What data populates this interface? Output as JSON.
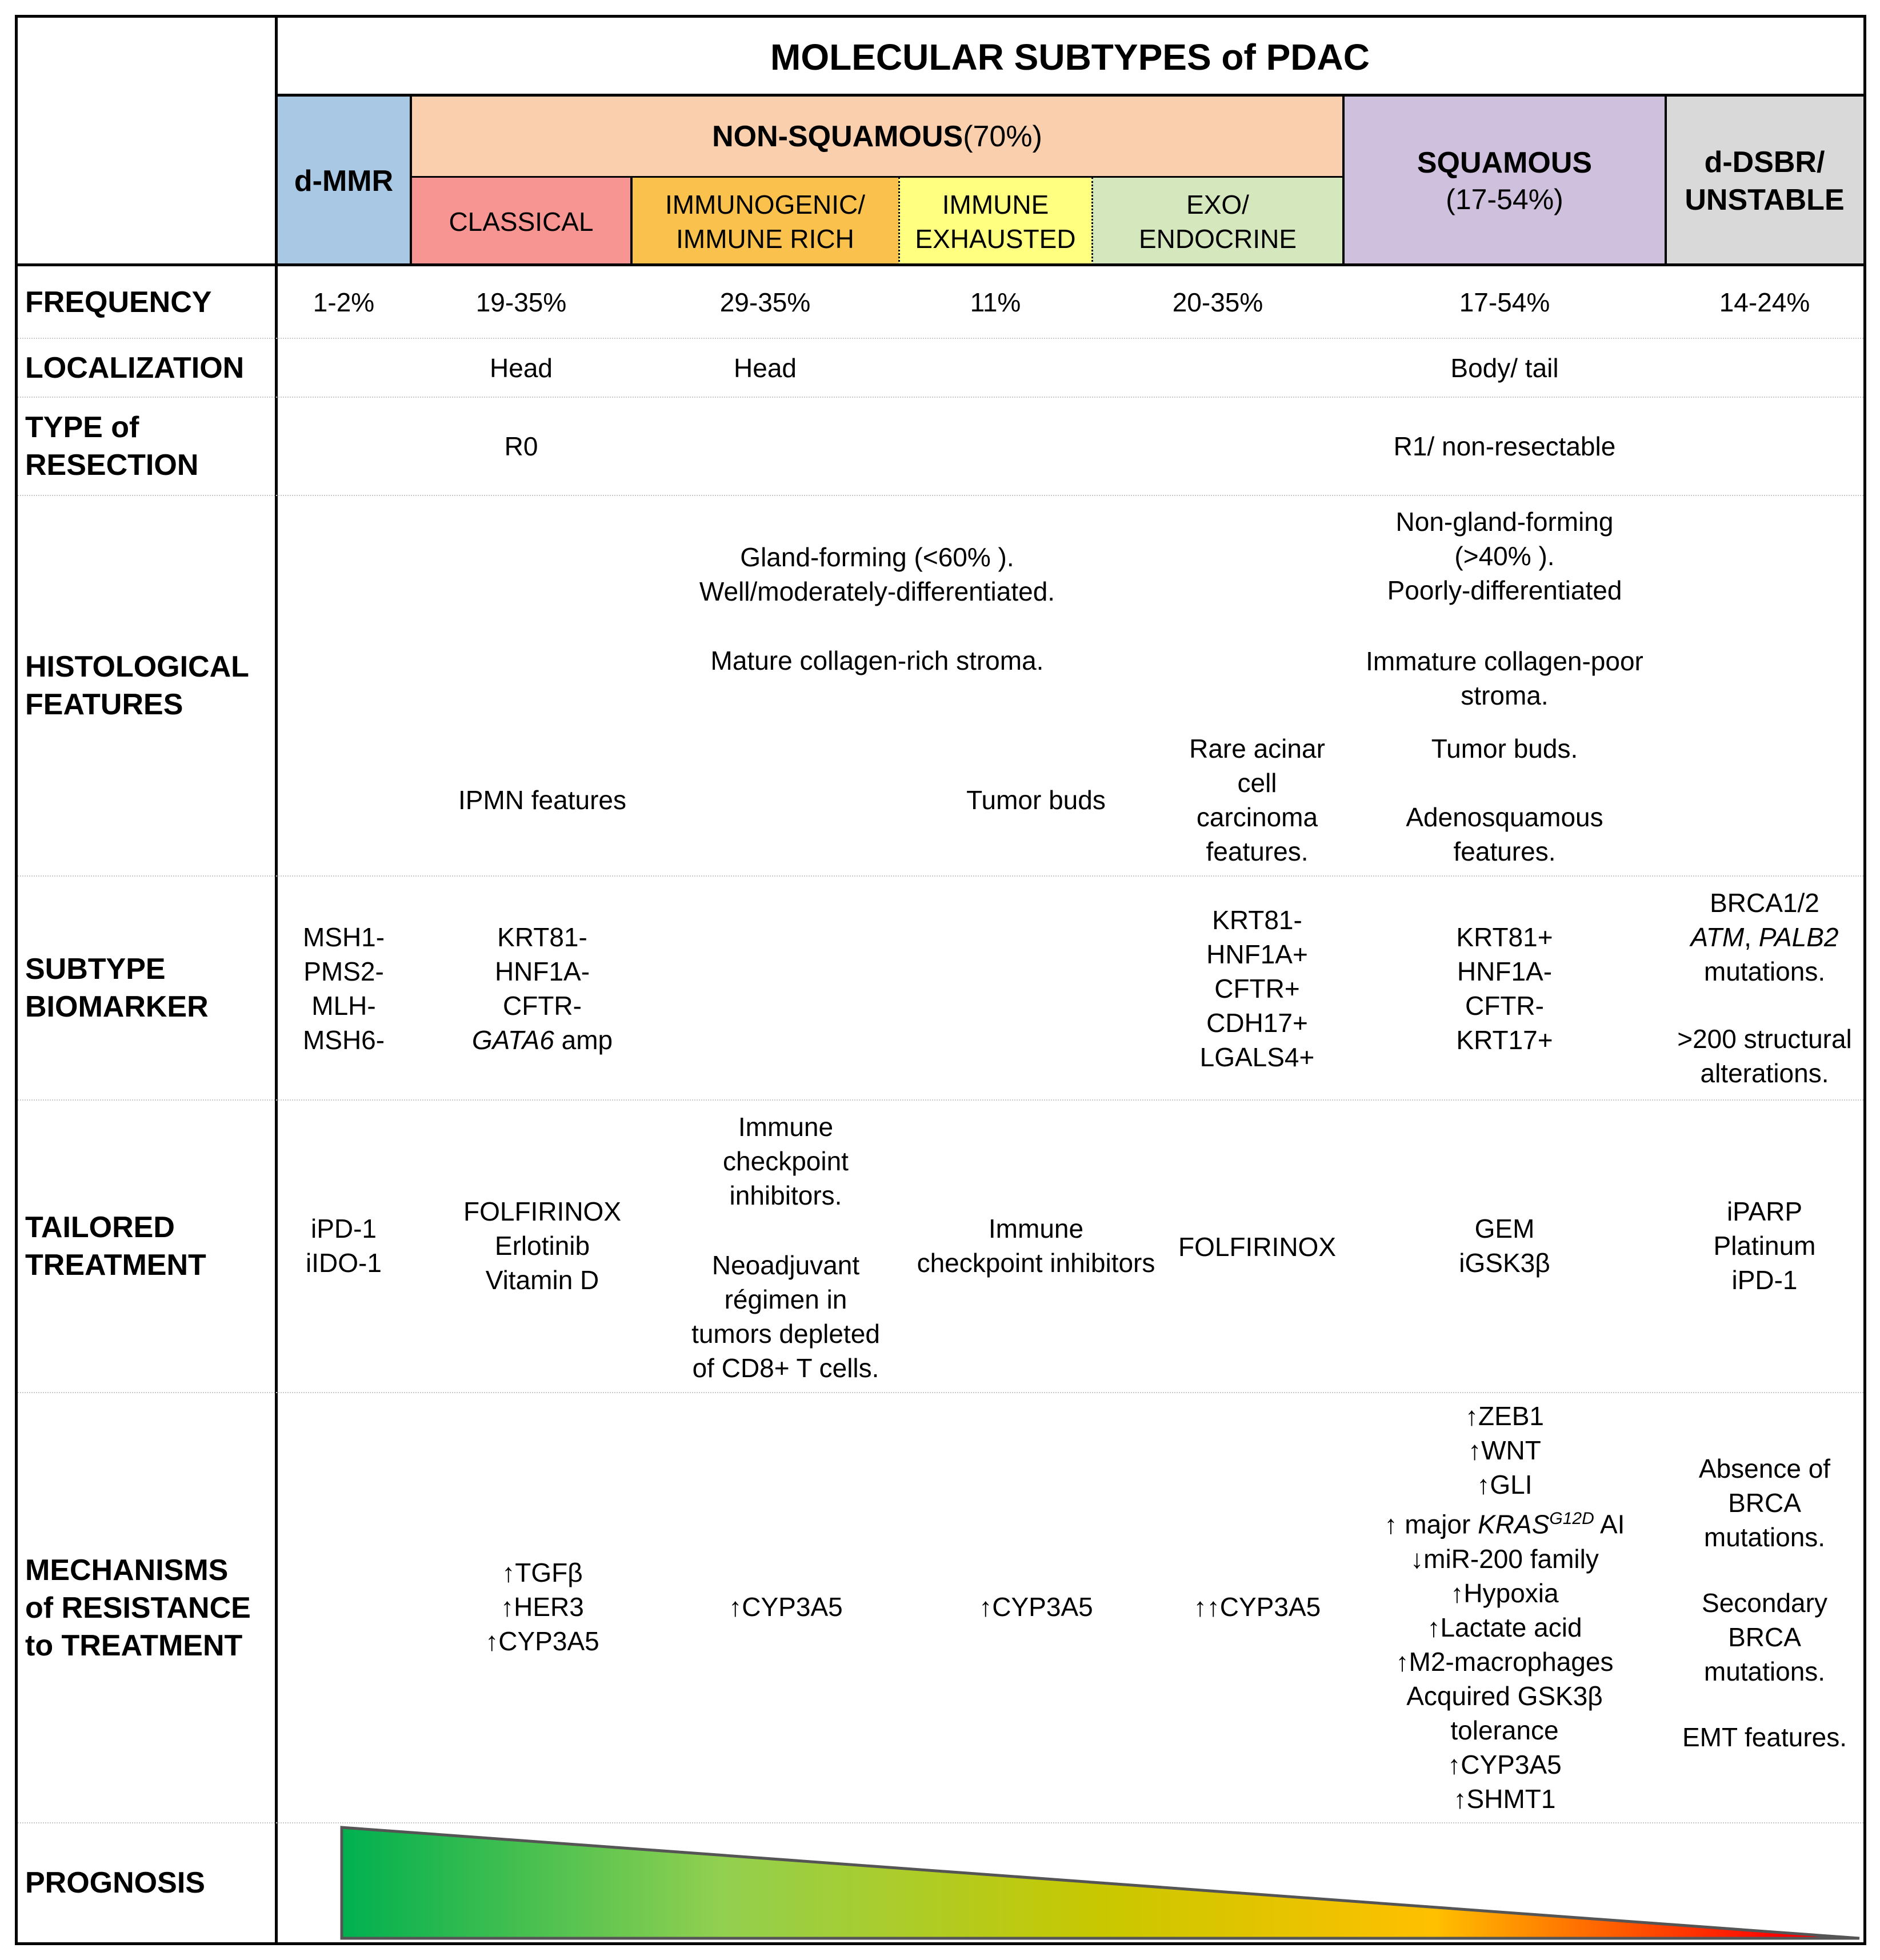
{
  "title": "MOLECULAR SUBTYPES of PDAC",
  "groups": {
    "dmmr": "d-MMR",
    "nonsq_bold": "NON-SQUAMOUS",
    "nonsq_pct": " (70%)",
    "squamous": "SQUAMOUS",
    "squamous_pct": "(17-54%)",
    "ddsbr_1": "d-DSBR/",
    "ddsbr_2": "UNSTABLE"
  },
  "subtypes": {
    "classical": "CLASSICAL",
    "immunogenic": "IMMUNOGENIC/\nIMMUNE RICH",
    "exhausted": "IMMUNE\nEXHAUSTED",
    "exo": "EXO/\nENDOCRINE"
  },
  "colors": {
    "dmmr": "#a9c8e4",
    "nonsq": "#f9cfae",
    "classical": "#f79593",
    "immunogenic": "#fbc14d",
    "exhausted": "#ffff80",
    "exo": "#d4e7bd",
    "squamous": "#cfc0de",
    "ddsbr": "#d9d9d9"
  },
  "rows": {
    "frequency": {
      "label": "FREQUENCY",
      "dmmr": "1-2%",
      "classical": "19-35%",
      "immunogenic": "29-35%",
      "exhausted": "11%",
      "exo": "20-35%",
      "squamous": "17-54%",
      "ddsbr": "14-24%"
    },
    "localization": {
      "label": "LOCALIZATION",
      "classical": "Head",
      "immunogenic": "Head",
      "squamous": "Body/ tail"
    },
    "resection": {
      "label": "TYPE of\nRESECTION",
      "classical": "R0",
      "squamous": "R1/ non-resectable"
    },
    "histology": {
      "label": "HISTOLOGICAL\nFEATURES",
      "nonsq_a": "Gland-forming (<60% ).\nWell/moderately-differentiated.",
      "nonsq_b": "Mature collagen-rich stroma.",
      "classical": "IPMN features",
      "exhausted": "Tumor buds",
      "exo": "Rare acinar\ncell\ncarcinoma\nfeatures.",
      "squamous_a": "Non-gland-forming\n(>40% ).\nPoorly-differentiated",
      "squamous_b": "Immature collagen-poor\nstroma.",
      "squamous_c": "Tumor buds.",
      "squamous_d": "Adenosquamous\nfeatures."
    },
    "biomarker": {
      "label": "SUBTYPE\nBIOMARKER",
      "dmmr": "MSH1-\nPMS2-\nMLH-\nMSH6-",
      "classical_a": "KRT81-\nHNF1A-\nCFTR-",
      "classical_gene": "GATA6",
      "classical_suffix": " amp",
      "exo": "KRT81-\nHNF1A+\nCFTR+\nCDH17+\nLGALS4+",
      "squamous": "KRT81+\nHNF1A-\nCFTR-\nKRT17+",
      "ddsbr_a": "BRCA1/2",
      "ddsbr_gene1": "ATM",
      "ddsbr_sep": ", ",
      "ddsbr_gene2": "PALB2",
      "ddsbr_b": "mutations.",
      "ddsbr_c": ">200 structural\nalterations."
    },
    "treatment": {
      "label": "TAILORED\nTREATMENT",
      "dmmr": "iPD-1\niIDO-1",
      "classical": "FOLFIRINOX\nErlotinib\nVitamin D",
      "immunogenic_a": "Immune\ncheckpoint\ninhibitors.",
      "immunogenic_b": "Neoadjuvant\nrégimen in\ntumors depleted\nof CD8+ T cells.",
      "exhausted": "Immune\ncheckpoint inhibitors",
      "exo": "FOLFIRINOX",
      "squamous": "GEM\niGSK3β",
      "ddsbr": "iPARP\nPlatinum\niPD-1"
    },
    "resistance": {
      "label": "MECHANISMS\nof RESISTANCE\nto TREATMENT",
      "classical": "↑TGFβ\n↑HER3\n↑CYP3A5",
      "immunogenic": "↑CYP3A5",
      "exhausted": "↑CYP3A5",
      "exo": "↑↑CYP3A5",
      "squamous_a": "↑ZEB1\n↑WNT\n↑GLI",
      "squamous_kras_pre": "↑ major ",
      "squamous_kras_gene": "KRAS",
      "squamous_kras_sup": "G12D",
      "squamous_kras_post": " AI",
      "squamous_b": "↓miR-200 family\n↑Hypoxia\n↑Lactate acid\n↑M2-macrophages\nAcquired GSK3β\ntolerance\n↑CYP3A5\n↑SHMT1",
      "ddsbr_a": "Absence of\nBRCA\nmutations.",
      "ddsbr_b": "Secondary\nBRCA\nmutations.",
      "ddsbr_c": "EMT features."
    },
    "prognosis": {
      "label": "PROGNOSIS",
      "gradient": [
        "#00b050",
        "#92d050",
        "#c8c800",
        "#ffc000",
        "#ff0000"
      ],
      "trend": "decreasing from left to right"
    }
  }
}
